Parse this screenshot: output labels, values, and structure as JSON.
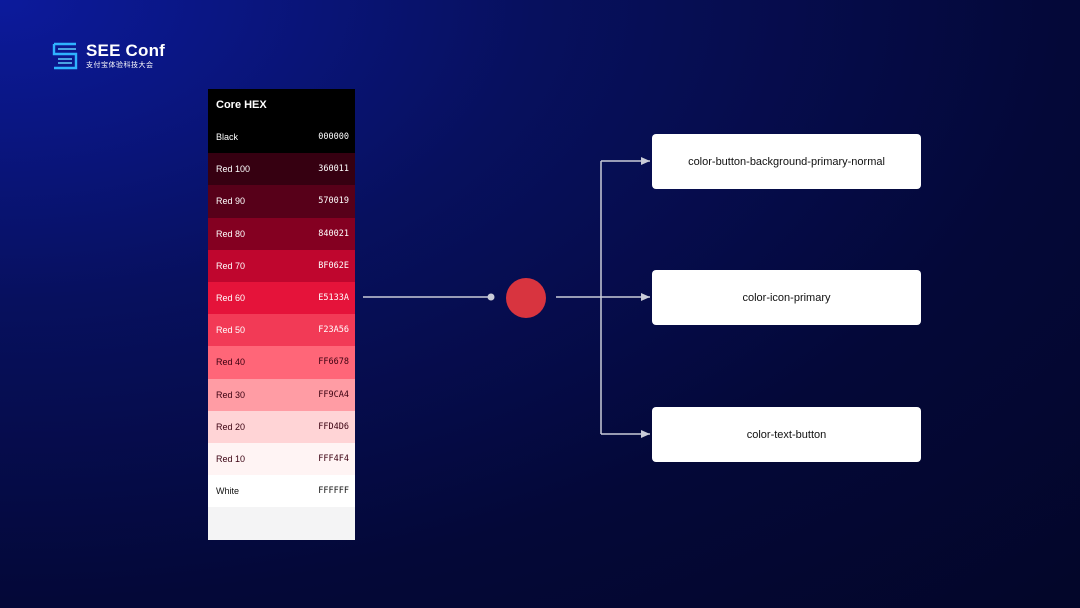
{
  "brand": {
    "title": "SEE Conf",
    "subtitle": "支付宝体验科技大会"
  },
  "palette": {
    "header": "Core HEX",
    "swatches": [
      {
        "name": "Black",
        "hex": "000000",
        "color": "#000000",
        "text_color": "#ffffff"
      },
      {
        "name": "Red 100",
        "hex": "360011",
        "color": "#360011",
        "text_color": "#ffffff"
      },
      {
        "name": "Red 90",
        "hex": "570019",
        "color": "#570019",
        "text_color": "#ffffff"
      },
      {
        "name": "Red 80",
        "hex": "840021",
        "color": "#840021",
        "text_color": "#ffffff"
      },
      {
        "name": "Red 70",
        "hex": "BF062E",
        "color": "#BF062E",
        "text_color": "#ffffff"
      },
      {
        "name": "Red 60",
        "hex": "E5133A",
        "color": "#E5133A",
        "text_color": "#ffffff"
      },
      {
        "name": "Red 50",
        "hex": "F23A56",
        "color": "#F23A56",
        "text_color": "#ffffff"
      },
      {
        "name": "Red 40",
        "hex": "FF6678",
        "color": "#FF6678",
        "text_color": "#3a0010"
      },
      {
        "name": "Red 30",
        "hex": "FF9CA4",
        "color": "#FF9CA4",
        "text_color": "#3a0010"
      },
      {
        "name": "Red 20",
        "hex": "FFD4D6",
        "color": "#FFD4D6",
        "text_color": "#3a0010"
      },
      {
        "name": "Red 10",
        "hex": "FFF4F4",
        "color": "#FFF4F4",
        "text_color": "#3a0010"
      },
      {
        "name": "White",
        "hex": "FFFFFF",
        "color": "#FFFFFF",
        "text_color": "#111111"
      }
    ]
  },
  "selected_color": "#d8343f",
  "tokens": [
    "color-button-background-primary-normal",
    "color-icon-primary",
    "color-text-button"
  ]
}
